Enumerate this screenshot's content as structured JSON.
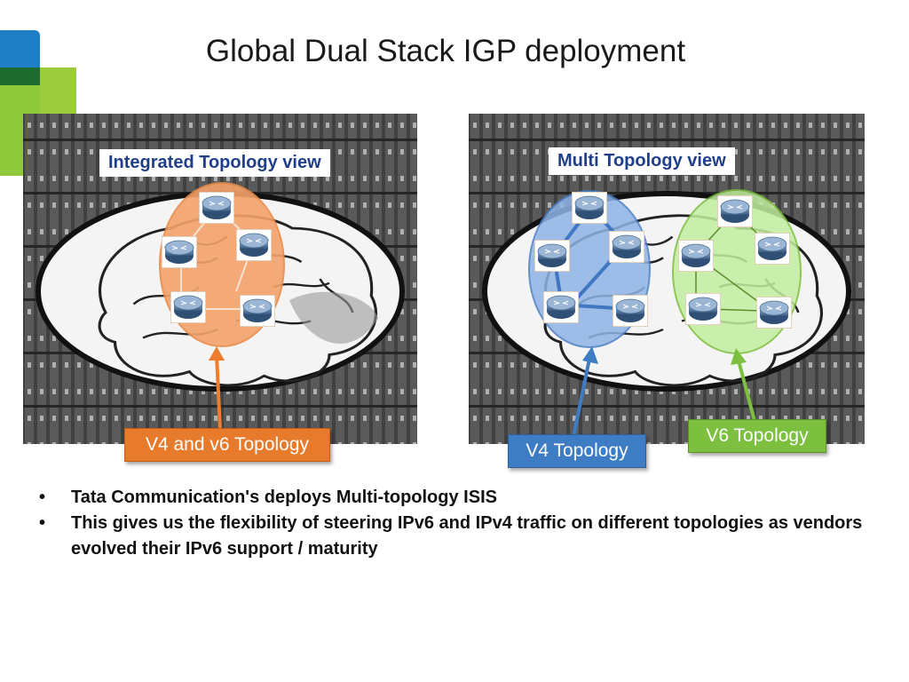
{
  "slide": {
    "title": "Global Dual Stack IGP deployment"
  },
  "left_panel": {
    "view_label": "Integrated Topology view",
    "topology_label": "V4 and v6 Topology",
    "ellipse_color": "#f4a36b",
    "arrow_color": "#ee7d2e"
  },
  "right_panel": {
    "view_label": "Multi Topology view",
    "v4_label": "V4 Topology",
    "v6_label": "V6 Topology",
    "v4_color": "#3e7cc4",
    "v6_color": "#7dbf3f"
  },
  "bullets": [
    "Tata Communication's deploys Multi-topology ISIS",
    "This gives us the flexibility of steering IPv6 and IPv4 traffic on different topologies as vendors evolved their IPv6 support / maturity"
  ],
  "icons": {
    "router": "router-icon",
    "brain": "brain-outline"
  }
}
